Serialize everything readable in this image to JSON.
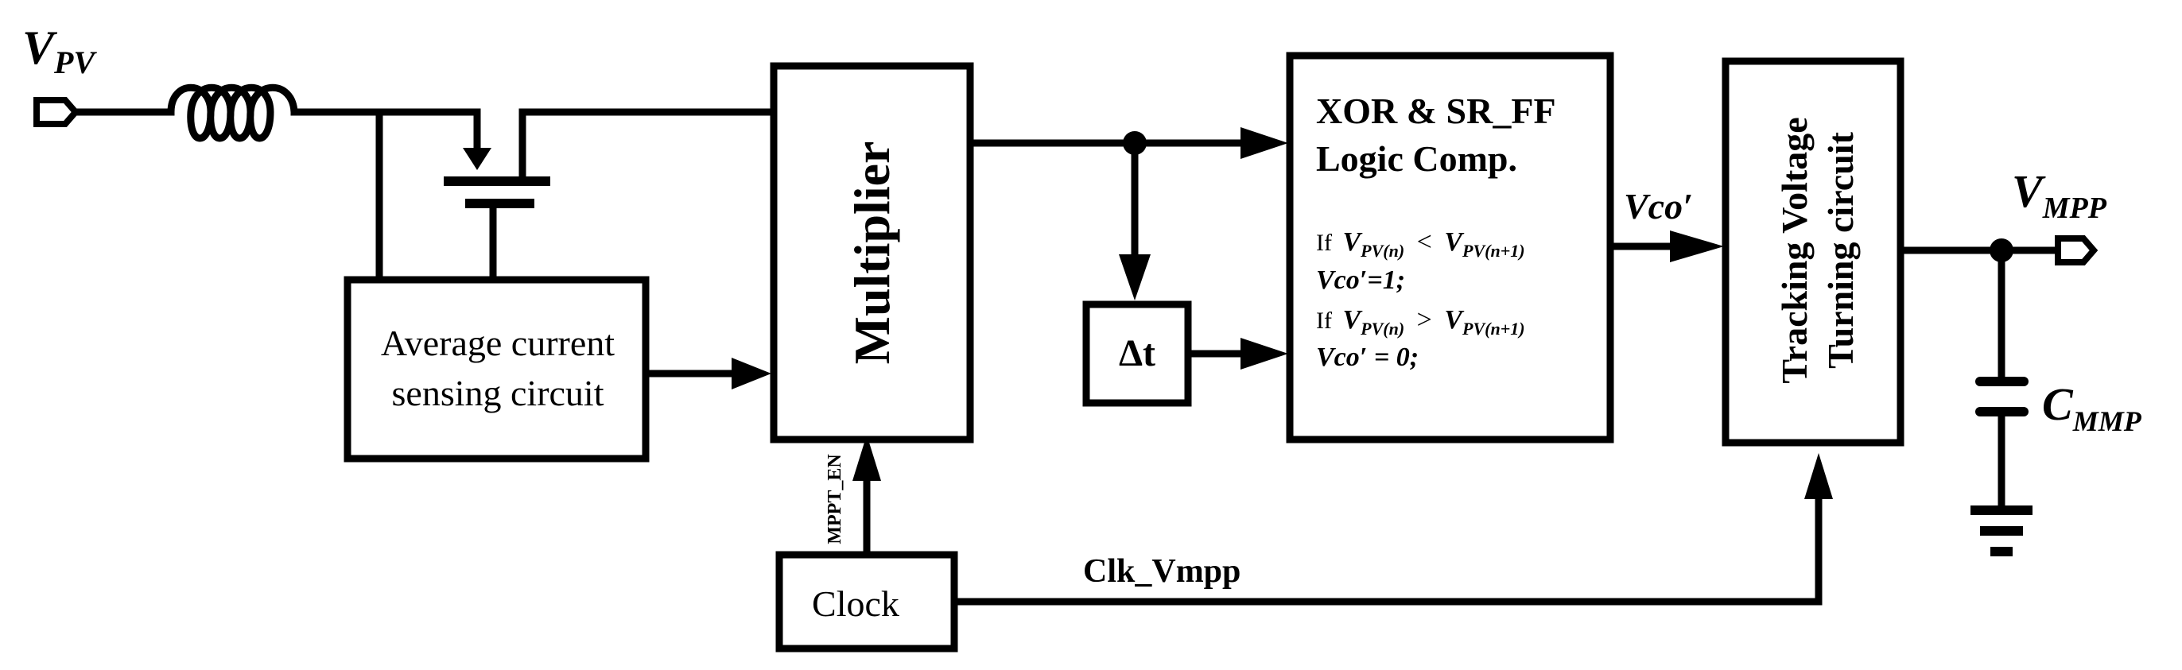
{
  "labels": {
    "v_pv_main": "V",
    "v_pv_sub": "PV",
    "v_mpp_main": "V",
    "v_mpp_sub": "MPP",
    "c_mmp_main": "C",
    "c_mmp_sub": "MMP",
    "vco": "Vco′",
    "clk_vmpp": "Clk_Vmpp",
    "mppt_en": "MPPT_EN"
  },
  "blocks": {
    "avg_current_line1": "Average current",
    "avg_current_line2": "sensing circuit",
    "multiplier": "Multiplier",
    "delta_t": "Δt",
    "xor_line1": "XOR & SR_FF",
    "xor_line2": "Logic Comp.",
    "tracking_line1": "Tracking Voltage",
    "tracking_line2": "Turning circuit",
    "clock": "Clock"
  },
  "logic": {
    "if1": "If",
    "v": "V",
    "pv_n": "PV(n)",
    "pv_n1": "PV(n+1)",
    "lt": "<",
    "gt": ">",
    "vco1": "Vco′=1;",
    "if2": "If",
    "vco0": "Vco′ = 0;"
  }
}
